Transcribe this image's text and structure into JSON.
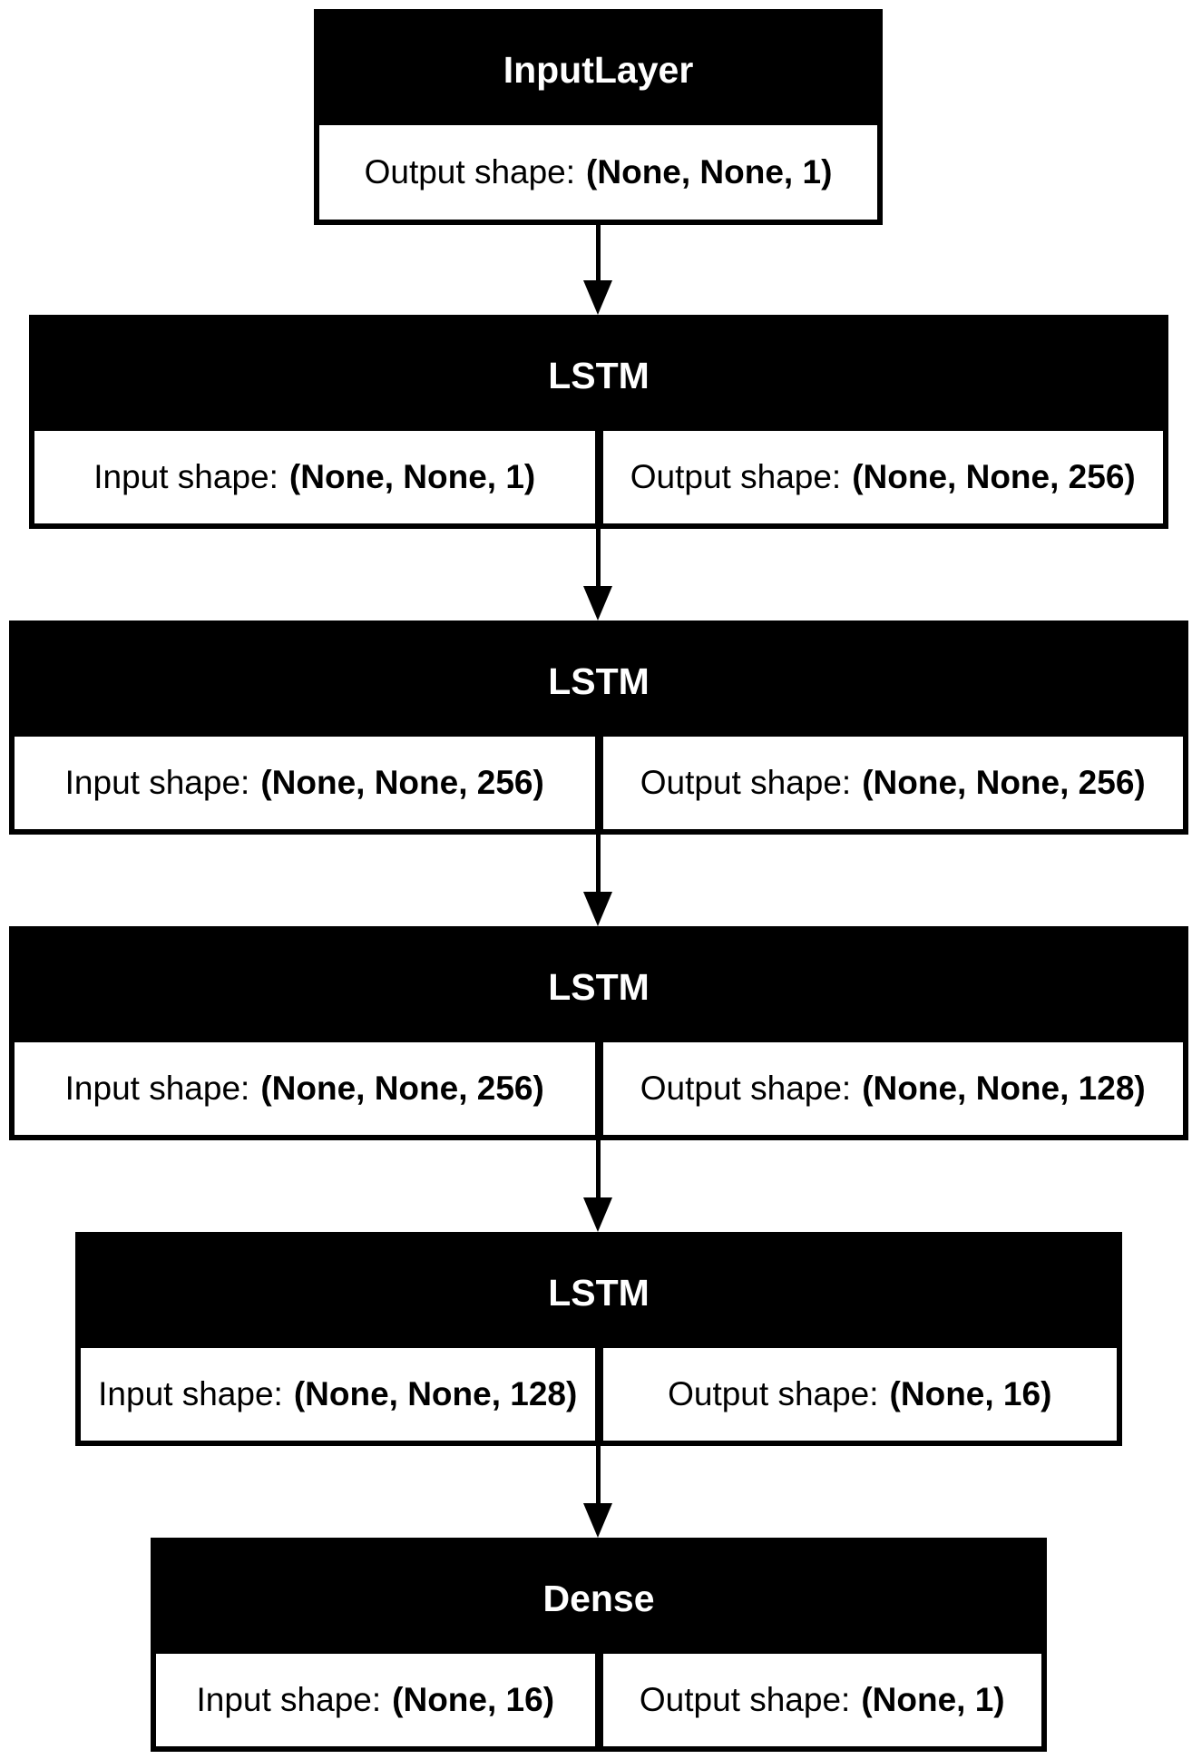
{
  "layers": [
    {
      "title": "InputLayer",
      "cells": [
        {
          "label": "Output shape:",
          "value": "(None, None, 1)"
        }
      ]
    },
    {
      "title": "LSTM",
      "cells": [
        {
          "label": "Input shape:",
          "value": "(None, None, 1)"
        },
        {
          "label": "Output shape:",
          "value": "(None, None, 256)"
        }
      ]
    },
    {
      "title": "LSTM",
      "cells": [
        {
          "label": "Input shape:",
          "value": "(None, None, 256)"
        },
        {
          "label": "Output shape:",
          "value": "(None, None, 256)"
        }
      ]
    },
    {
      "title": "LSTM",
      "cells": [
        {
          "label": "Input shape:",
          "value": "(None, None, 256)"
        },
        {
          "label": "Output shape:",
          "value": "(None, None, 128)"
        }
      ]
    },
    {
      "title": "LSTM",
      "cells": [
        {
          "label": "Input shape:",
          "value": "(None, None, 128)"
        },
        {
          "label": "Output shape:",
          "value": "(None, 16)"
        }
      ]
    },
    {
      "title": "Dense",
      "cells": [
        {
          "label": "Input shape:",
          "value": "(None, 16)"
        },
        {
          "label": "Output shape:",
          "value": "(None, 1)"
        }
      ]
    }
  ],
  "colors": {
    "node_header": "#000000",
    "node_body": "#ffffff",
    "edge": "#000000"
  }
}
